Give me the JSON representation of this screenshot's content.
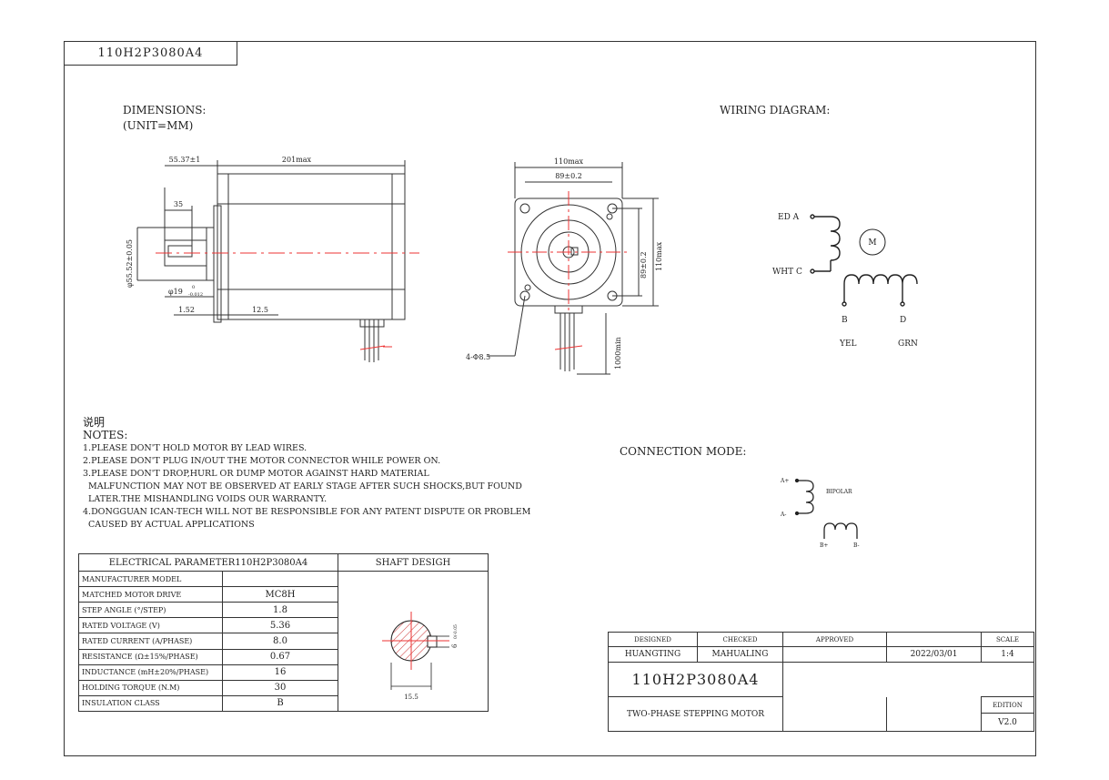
{
  "drawing": {
    "model_title": "110H2P3080A4",
    "dimensions_label": "DIMENSIONS:",
    "unit_label": "(UNIT=MM)",
    "wiring_label": "WIRING DIAGRAM:",
    "connection_label": "CONNECTION MODE:"
  },
  "side_view": {
    "dim_overall": "201max",
    "dim_shaft": "55.37±1",
    "dim_key": "35",
    "dim_pilot": "φ55.52±0.05",
    "dim_shaft_dia": "φ19",
    "dim_shaft_tol_top": "0",
    "dim_shaft_tol_bottom": "-0.012",
    "dim_flange": "1.52",
    "dim_flange2": "12.5"
  },
  "front_view": {
    "dim_width": "110max",
    "dim_hole_spacing": "89±0.2",
    "dim_hole_spacing_v": "89±0.2",
    "dim_height": "110max",
    "dim_holes": "4-Φ8.5",
    "dim_lead": "1000min"
  },
  "wiring": {
    "label_a": "ED A",
    "label_c": "WHT C",
    "label_b": "B",
    "label_d": "D",
    "color_b": "YEL",
    "color_d": "GRN",
    "motor": "M"
  },
  "connection": {
    "a_plus": "A+",
    "a_minus": "A-",
    "b_plus": "B+",
    "b_minus": "B-",
    "mode": "BIPOLAR"
  },
  "notes": {
    "title_cn": "说明",
    "title": "NOTES:",
    "lines": [
      "1.PLEASE DON'T HOLD MOTOR BY LEAD WIRES.",
      "2.PLEASE DON'T PLUG IN/OUT THE MOTOR CONNECTOR WHILE POWER ON.",
      "3.PLEASE DON'T DROP,HURL OR DUMP MOTOR AGAINST HARD MATERIAL",
      "  MALFUNCTION MAY NOT BE OBSERVED AT EARLY STAGE AFTER SUCH SHOCKS,BUT FOUND",
      "  LATER.THE MISHANDLING VOIDS OUR WARRANTY.",
      "4.DONGGUAN ICAN-TECH WILL NOT BE RESPONSIBLE FOR ANY PATENT DISPUTE OR PROBLEM",
      "  CAUSED BY ACTUAL APPLICATIONS"
    ]
  },
  "electrical": {
    "header": "ELECTRICAL PARAMETER",
    "header_model": "110H2P3080A4",
    "rows": [
      {
        "label": "MANUFACTURER MODEL",
        "value": ""
      },
      {
        "label": "MATCHED MOTOR DRIVE",
        "value": "MC8H"
      },
      {
        "label": "STEP ANGLE (°/STEP)",
        "value": "1.8"
      },
      {
        "label": "RATED VOLTAGE (V)",
        "value": "5.36"
      },
      {
        "label": "RATED CURRENT (A/PHASE)",
        "value": "8.0"
      },
      {
        "label": "RESISTANCE (Ω±15%/PHASE)",
        "value": "0.67"
      },
      {
        "label": "INDUCTANCE (mH±20%/PHASE)",
        "value": "16"
      },
      {
        "label": "HOLDING TORQUE (N.M)",
        "value": "30"
      },
      {
        "label": "INSULATION CLASS",
        "value": "B"
      }
    ]
  },
  "shaft": {
    "header": "SHAFT DESIGH",
    "dim_width": "15.5",
    "dim_key": "6",
    "dim_key_tol": "0/-0.05"
  },
  "title_block": {
    "designed_label": "DESIGNED",
    "checked_label": "CHECKED",
    "approved_label": "APPROVED",
    "scale_label": "SCALE",
    "designed": "HUANGTING",
    "checked": "MAHUALING",
    "date": "2022/03/01",
    "scale": "1:4",
    "model": "110H2P3080A4",
    "edition_label": "EDITION",
    "description": "TWO-PHASE STEPPING MOTOR",
    "edition": "V2.0"
  }
}
